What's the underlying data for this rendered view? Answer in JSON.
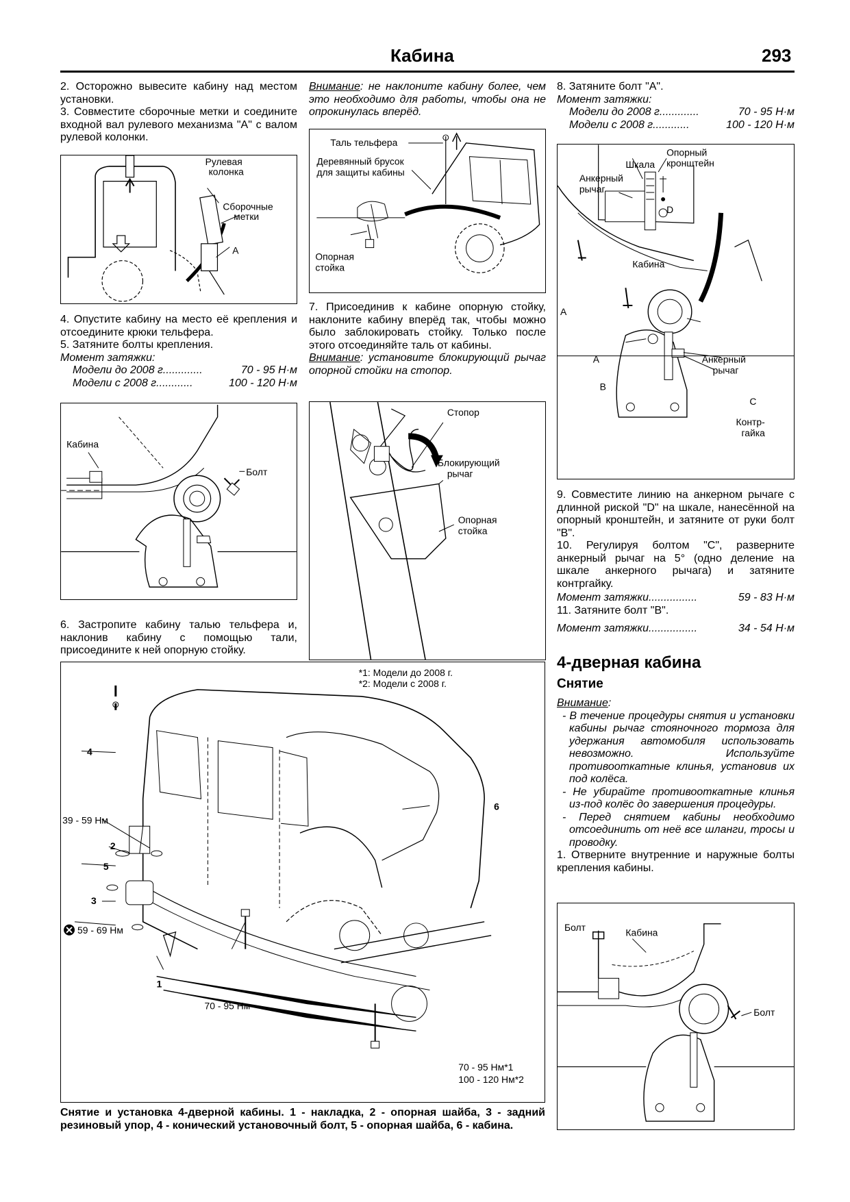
{
  "header": {
    "title": "Кабина",
    "page_number": "293"
  },
  "col1": {
    "step2": "2. Осторожно вывесите кабину над местом установки.",
    "step3": "3. Совместите сборочные метки и соедините входной вал рулевого механизма \"А\" с валом рулевой колонки.",
    "fig1": {
      "label_column": [
        "Рулевая",
        "колонка"
      ],
      "label_marks": [
        "Сборочные",
        "метки"
      ],
      "label_a": "A"
    },
    "step4": "4. Опустите кабину на место её крепления и отсоедините крюки тельфера.",
    "step5": "5. Затяните болты крепления.",
    "torque_title": "Момент затяжки:",
    "torque_rows": [
      {
        "label": "Модели до 2008 г.",
        "dots": "............",
        "value": "70 - 95 Н·м"
      },
      {
        "label": "Модели с 2008 г.",
        "dots": "...........",
        "value": "100 - 120 Н·м"
      }
    ],
    "fig2": {
      "label_cab": "Кабина",
      "label_bolt": "Болт"
    },
    "step6": "6. Застропите кабину талью тельфера и, наклонив кабину с помощью тали, присоедините к ней опорную стойку."
  },
  "col2": {
    "warning_word": "Внимание",
    "warning_text": ": не наклоните кабину более, чем это необходимо для работы, чтобы она не опрокинулась вперёд.",
    "fig3": {
      "label_hoist": "Таль тельфера",
      "label_block": [
        "Деревянный брусок",
        "для защиты кабины"
      ],
      "label_stand": [
        "Опорная",
        "стойка"
      ]
    },
    "step7": "7. Присоединив к кабине опорную стойку, наклоните кабину вперёд так, чтобы можно было заблокировать стойку. Только после этого отсоединяйте таль от кабины.",
    "warning2_word": "Внимание",
    "warning2_text": ": установите блокирующий рычаг опорной стойки на стопор.",
    "fig4": {
      "label_stop": "Стопор",
      "label_lever": [
        "Блокирующий",
        "рычаг"
      ],
      "label_stand": [
        "Опорная",
        "стойка"
      ]
    }
  },
  "col3": {
    "step8": "8. Затяните болт \"А\".",
    "torque_title": "Момент затяжки:",
    "torque_rows": [
      {
        "label": "Модели до 2008 г.",
        "dots": "............",
        "value": "70 - 95 Н·м"
      },
      {
        "label": "Модели с 2008 г.",
        "dots": "...........",
        "value": "100 - 120 Н·м"
      }
    ],
    "fig5": {
      "label_scale": "Шкала",
      "label_bracket": [
        "Опорный",
        "кронштейн"
      ],
      "label_anchor_top": [
        "Анкерный",
        "рычаг"
      ],
      "label_d": "D",
      "label_cab": "Кабина",
      "label_a1": "A",
      "label_a2": "A",
      "label_anchor": [
        "Анкерный",
        "рычаг"
      ],
      "label_b": "B",
      "label_c": "C",
      "label_nut": [
        "Контр-",
        "гайка"
      ]
    },
    "step9": "9. Совместите линию на анкерном рычаге с длинной риской \"D\" на шкале, нанесённой на опорный кронштейн, и затяните от руки болт \"В\".",
    "step10": "10. Регулируя болтом \"С\", разверните анкерный рычаг на 5° (одно деление на шкале анкерного рычага) и затяните контргайку.",
    "torque10": {
      "label": "Момент затяжки",
      "dots": "................",
      "value": "59 - 83 Н·м"
    },
    "step11": "11. Затяните болт \"В\".",
    "torque11": {
      "label": "Момент затяжки",
      "dots": "................",
      "value": "34 - 54 Н·м"
    },
    "section_title": "4-дверная кабина",
    "subsection_title": "Снятие",
    "warning_word": "Внимание",
    "warning_colon": ":",
    "warnings": [
      "- В течение процедуры снятия и установки кабины рычаг стояночного тормоза для удержания автомобиля использовать невозможно. Используйте противооткатные клинья, установив их под колёса.",
      "- Не убирайте противооткатные клинья из-под колёс до завершения процедуры.",
      "- Перед снятием кабины необходимо отсоединить от неё все шланги, тросы и проводку."
    ],
    "step1": "1. Отверните внутренние и наружные болты крепления кабины.",
    "fig6": {
      "label_bolt1": "Болт",
      "label_cab": "Кабина",
      "label_bolt2": "Болт"
    }
  },
  "big_figure": {
    "note1": "*1: Модели до 2008 г.",
    "note2": "*2: Модели с 2008 г.",
    "label_4": "4",
    "label_6": "6",
    "label_2": "2",
    "label_5": "5",
    "label_3": "3",
    "label_1": "1",
    "torque_a": "39 - 59 Нм",
    "torque_b": "59 - 69 Нм",
    "torque_c": "70 - 95 Нм",
    "torque_d1": "70 - 95 Нм*1",
    "torque_d2": "100 - 120 Нм*2"
  },
  "caption": "Снятие и установка 4-дверной кабины. 1 - накладка, 2 - опорная шайба, 3 - задний резиновый упор, 4 - конический установочный болт, 5 - опорная шайба, 6 - кабина."
}
